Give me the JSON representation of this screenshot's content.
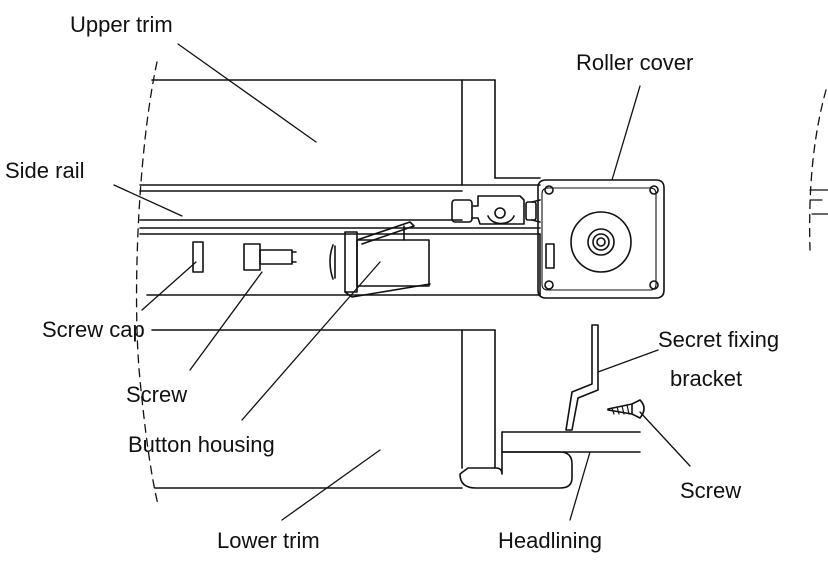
{
  "labels": {
    "upper_trim": "Upper trim",
    "roller_cover": "Roller cover",
    "side_rail": "Side rail",
    "screw_cap": "Screw cap",
    "screw_left": "Screw",
    "secret_fixing_line1": "Secret fixing",
    "secret_fixing_line2": "bracket",
    "button_housing": "Button housing",
    "screw_right": "Screw",
    "lower_trim": "Lower trim",
    "headlining": "Headlining"
  },
  "colors": {
    "stroke": "#111111",
    "background": "#ffffff"
  }
}
